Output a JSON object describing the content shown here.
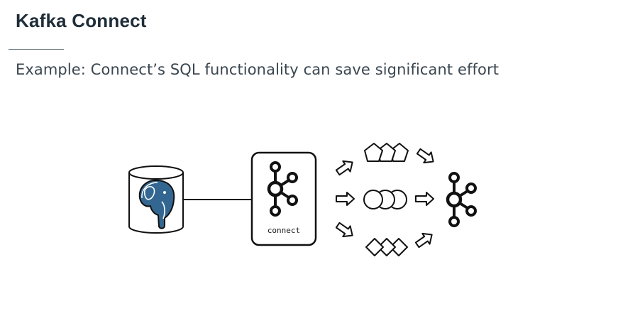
{
  "slide": {
    "title": "Kafka Connect",
    "subtitle": "Example: Connect’s SQL functionality can save significant effort"
  },
  "diagram": {
    "source": {
      "icon": "postgresql-elephant-icon"
    },
    "connector": {
      "icon": "kafka-icon",
      "label": "connect"
    },
    "streams": [
      {
        "icon": "pentagon-records-icon"
      },
      {
        "icon": "circle-records-icon"
      },
      {
        "icon": "diamond-records-icon"
      }
    ],
    "sink": {
      "icon": "kafka-icon"
    },
    "colors": {
      "stroke": "#111111",
      "postgres_blue": "#336791",
      "postgres_light": "#ffffff"
    }
  }
}
